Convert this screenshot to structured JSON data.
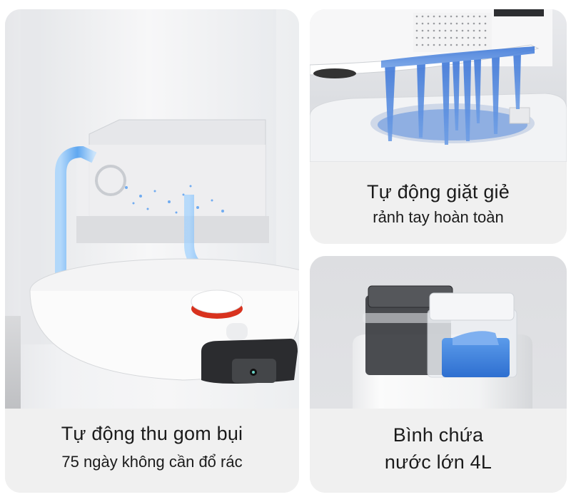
{
  "features": [
    {
      "id": "dust",
      "title": "Tự động thu gom bụi",
      "subtitle": "75 ngày không cần đổ rác",
      "image": "robot-vacuum-dust-station-icon"
    },
    {
      "id": "mop",
      "title": "Tự động giặt giẻ",
      "subtitle": "rảnh tay hoàn toàn",
      "image": "mop-washing-icon"
    },
    {
      "id": "tank",
      "title_line1": "Bình chứa",
      "title_line2": "nước lớn 4L",
      "image": "water-tanks-icon"
    }
  ],
  "colors": {
    "background": "#ffffff",
    "card": "#f0f0f0",
    "text": "#1b1b1b",
    "accent_blue": "#3b82e0",
    "lidar_red": "#d8321e"
  }
}
